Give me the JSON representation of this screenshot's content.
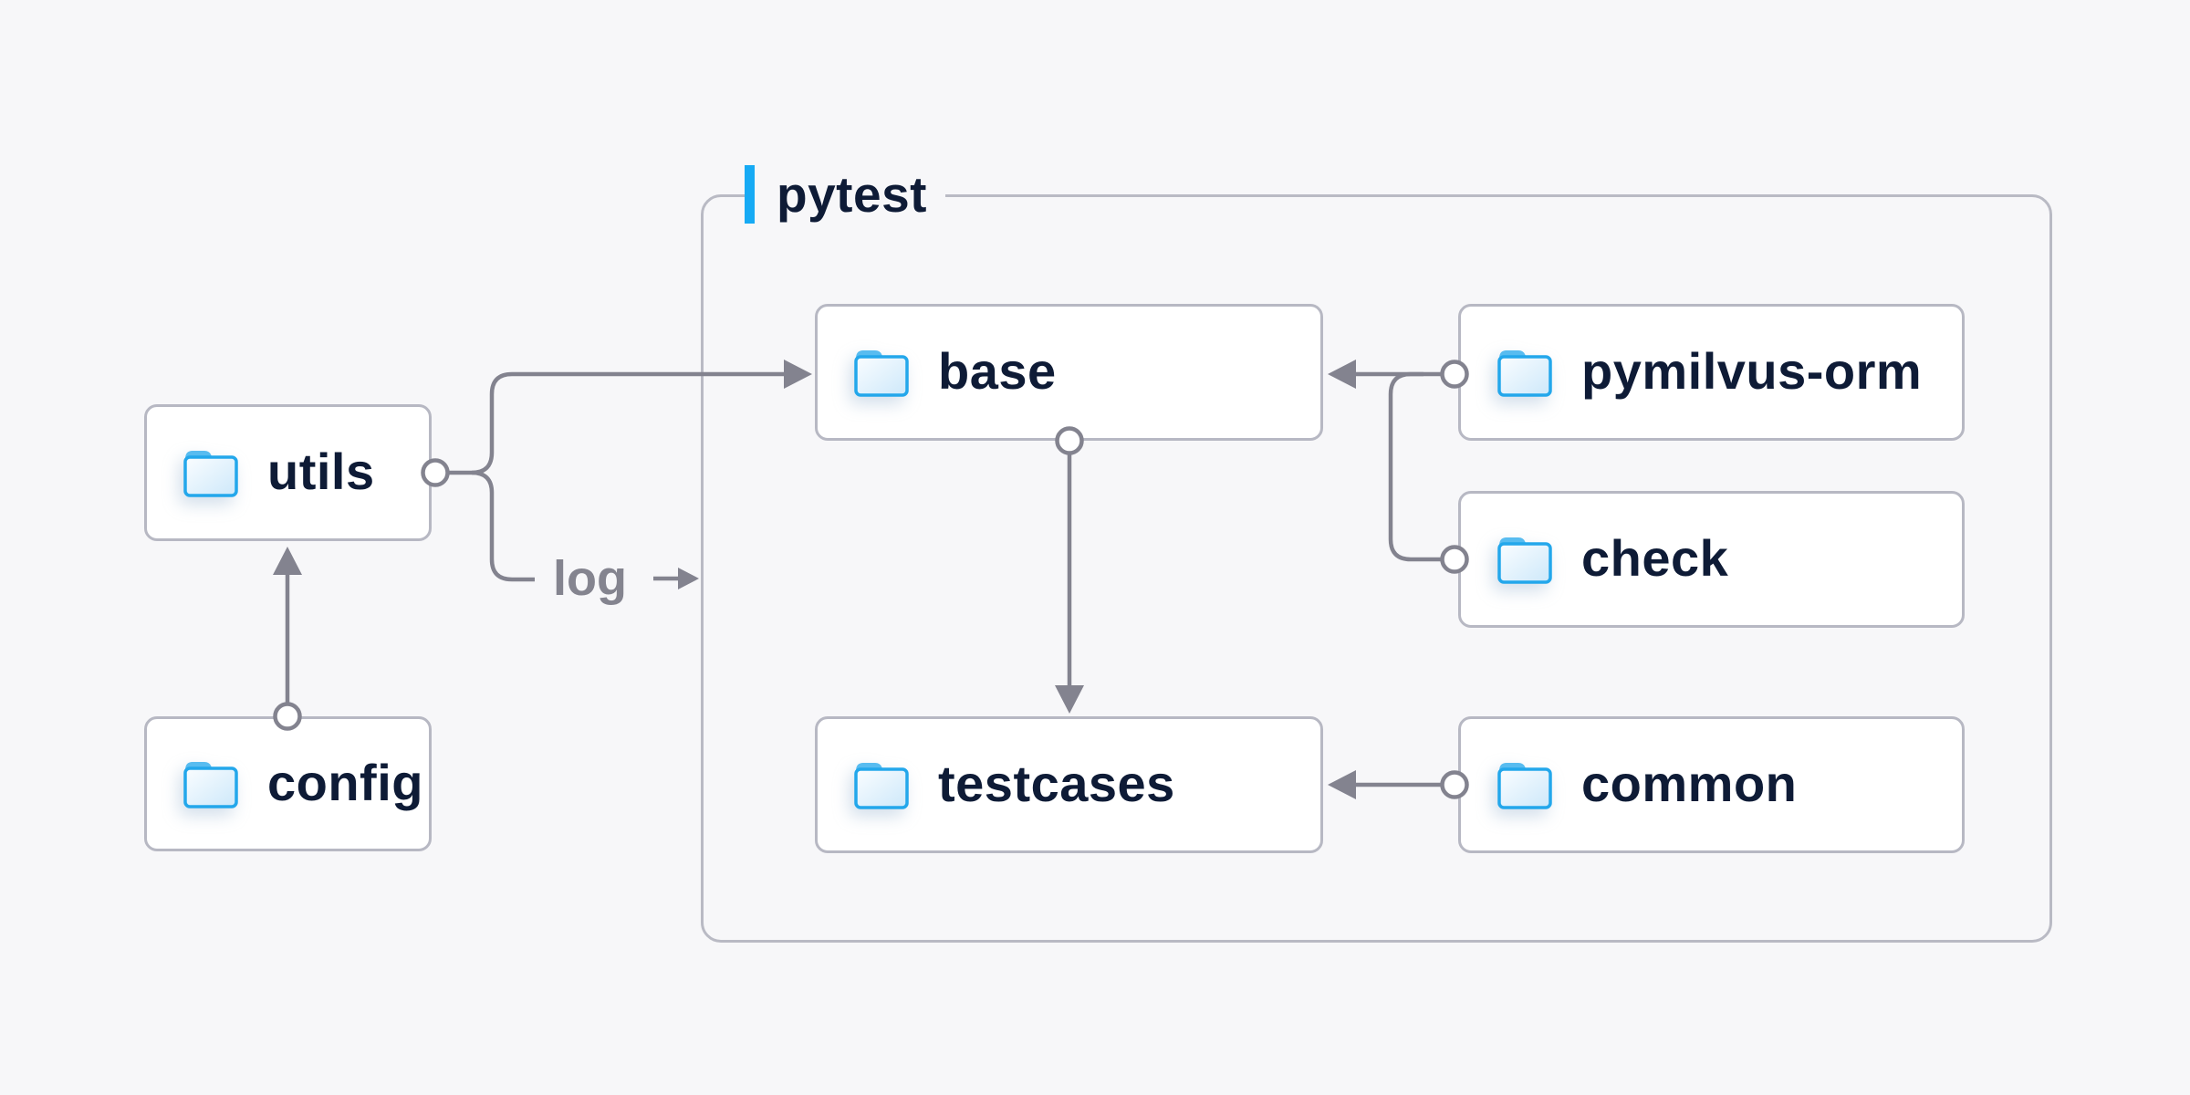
{
  "page": {
    "background": "#f7f7f9"
  },
  "group": {
    "label": "pytest",
    "accent_color": "#16aaf4"
  },
  "nodes": {
    "utils": {
      "label": "utils"
    },
    "config": {
      "label": "config"
    },
    "base": {
      "label": "base"
    },
    "pymilvus_orm": {
      "label": "pymilvus-orm"
    },
    "check": {
      "label": "check"
    },
    "testcases": {
      "label": "testcases"
    },
    "common": {
      "label": "common"
    }
  },
  "edge_labels": {
    "log": "log"
  },
  "edges": [
    {
      "from": "config",
      "to": "utils",
      "marker": "arrow",
      "source_marker": "circle"
    },
    {
      "from": "utils",
      "to": "base",
      "marker": "arrow",
      "source_marker": "circle"
    },
    {
      "from": "utils",
      "to": "pytest-group",
      "marker": "arrow",
      "source_marker": "circle",
      "label": "log"
    },
    {
      "from": "pymilvus-orm",
      "to": "base",
      "marker": "arrow",
      "source_marker": "circle"
    },
    {
      "from": "check",
      "to": "base",
      "marker": "arrow",
      "source_marker": "circle"
    },
    {
      "from": "base",
      "to": "testcases",
      "marker": "arrow",
      "source_marker": "circle"
    },
    {
      "from": "common",
      "to": "testcases",
      "marker": "arrow",
      "source_marker": "circle"
    }
  ],
  "icons": {
    "folder": "folder-icon"
  },
  "colors": {
    "connector": "#83838f",
    "box_border": "#b7b8c3",
    "group_border": "#b9bac4",
    "node_text": "#0e1b36",
    "edge_label_text": "#84848f",
    "accent_blue": "#16aaf4",
    "folder_stroke": "#23a7eb",
    "folder_tab": "#58bcf0",
    "background": "#f7f7f9"
  }
}
